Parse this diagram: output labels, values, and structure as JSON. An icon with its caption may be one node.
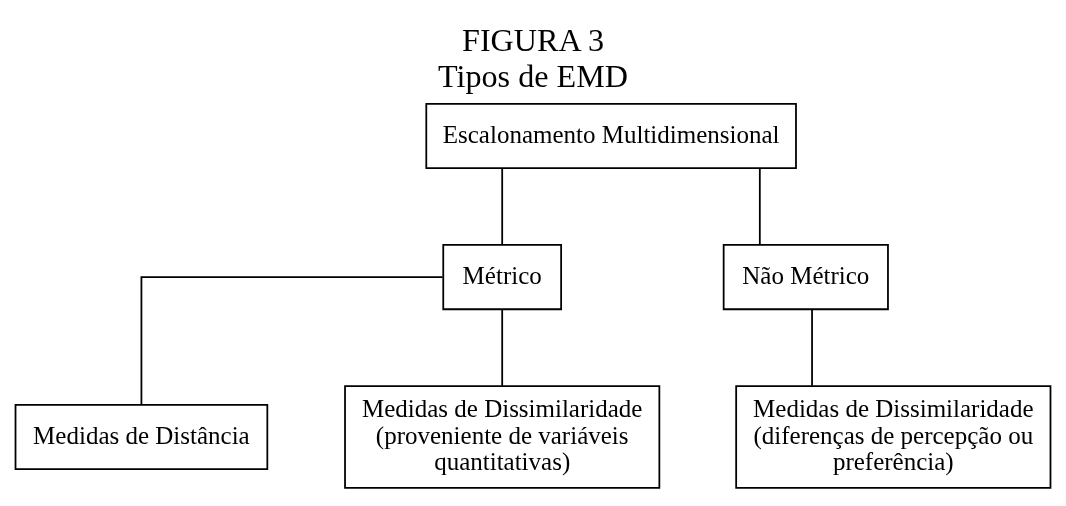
{
  "diagram": {
    "title": "FIGURA 3",
    "caption": "Tipos de EMD",
    "nodes": [
      {
        "text": [
          "Escalonamento Multidimensional"
        ]
      },
      {
        "text": [
          "Métrico"
        ]
      },
      {
        "text": [
          "Não Métrico"
        ]
      },
      {
        "text": [
          "Medidas de Distância"
        ]
      },
      {
        "text": [
          "Medidas de Dissimilaridade (proveniente de variáveis quantitativas)"
        ]
      },
      {
        "text": [
          "Medidas de Dissimilaridade (diferenças de percepção ou preferência)"
        ]
      }
    ],
    "edges": [
      {
        "from": 0,
        "to": 1,
        "arrow": "none"
      },
      {
        "from": 0,
        "to": 2,
        "arrow": "none"
      },
      {
        "from": 1,
        "to": 3,
        "arrow": "none"
      },
      {
        "from": 1,
        "to": 4,
        "arrow": "none"
      },
      {
        "from": 2,
        "to": 5,
        "arrow": "none"
      }
    ]
  }
}
